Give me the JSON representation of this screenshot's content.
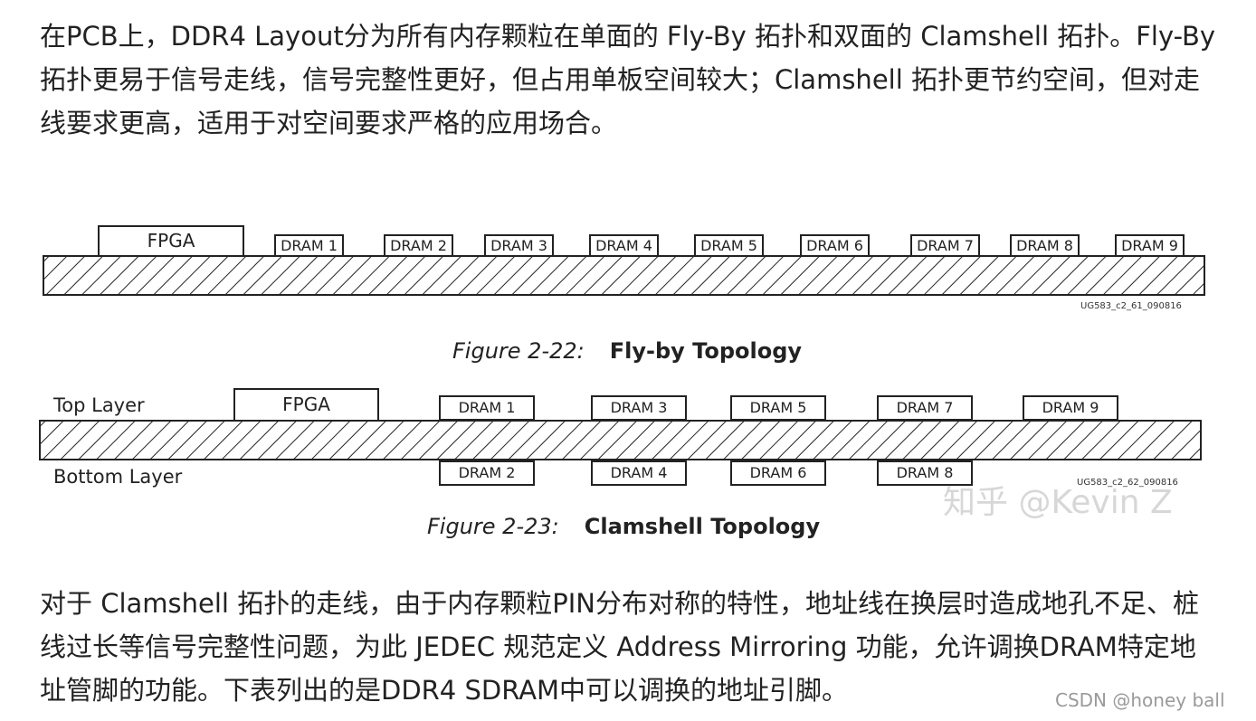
{
  "paragraphs": {
    "p1": "在PCB上，DDR4 Layout分为所有内存颗粒在单面的 Fly-By 拓扑和双面的 Clamshell 拓扑。Fly-By 拓扑更易于信号走线，信号完整性更好，但占用单板空间较大；Clamshell 拓扑更节约空间，但对走线要求更高，适用于对空间要求严格的应用场合。",
    "p2": "对于 Clamshell 拓扑的走线，由于内存颗粒PIN分布对称的特性，地址线在换层时造成地孔不足、桩线过长等信号完整性问题，为此 JEDEC 规范定义 Address Mirroring 功能，允许调换DRAM特定地址管脚的功能。下表列出的是DDR4 SDRAM中可以调换的地址引脚。"
  },
  "figure1": {
    "fpga": "FPGA",
    "drams": [
      "DRAM 1",
      "DRAM 2",
      "DRAM 3",
      "DRAM 4",
      "DRAM 5",
      "DRAM 6",
      "DRAM 7",
      "DRAM 8",
      "DRAM 9"
    ],
    "code": "UG583_c2_61_090816",
    "caption_num": "Figure 2-22:",
    "caption_title": "Fly-by Topology"
  },
  "figure2": {
    "top_layer": "Top Layer",
    "bottom_layer": "Bottom Layer",
    "fpga": "FPGA",
    "top_drams": [
      "DRAM 1",
      "DRAM 3",
      "DRAM 5",
      "DRAM 7",
      "DRAM 9"
    ],
    "bottom_drams": [
      "DRAM 2",
      "DRAM 4",
      "DRAM 6",
      "DRAM 8"
    ],
    "code": "UG583_c2_62_090816",
    "caption_num": "Figure 2-23:",
    "caption_title": "Clamshell Topology"
  },
  "watermarks": {
    "zhihu": "知乎 @Kevin Z",
    "csdn": "CSDN @honey ball"
  }
}
